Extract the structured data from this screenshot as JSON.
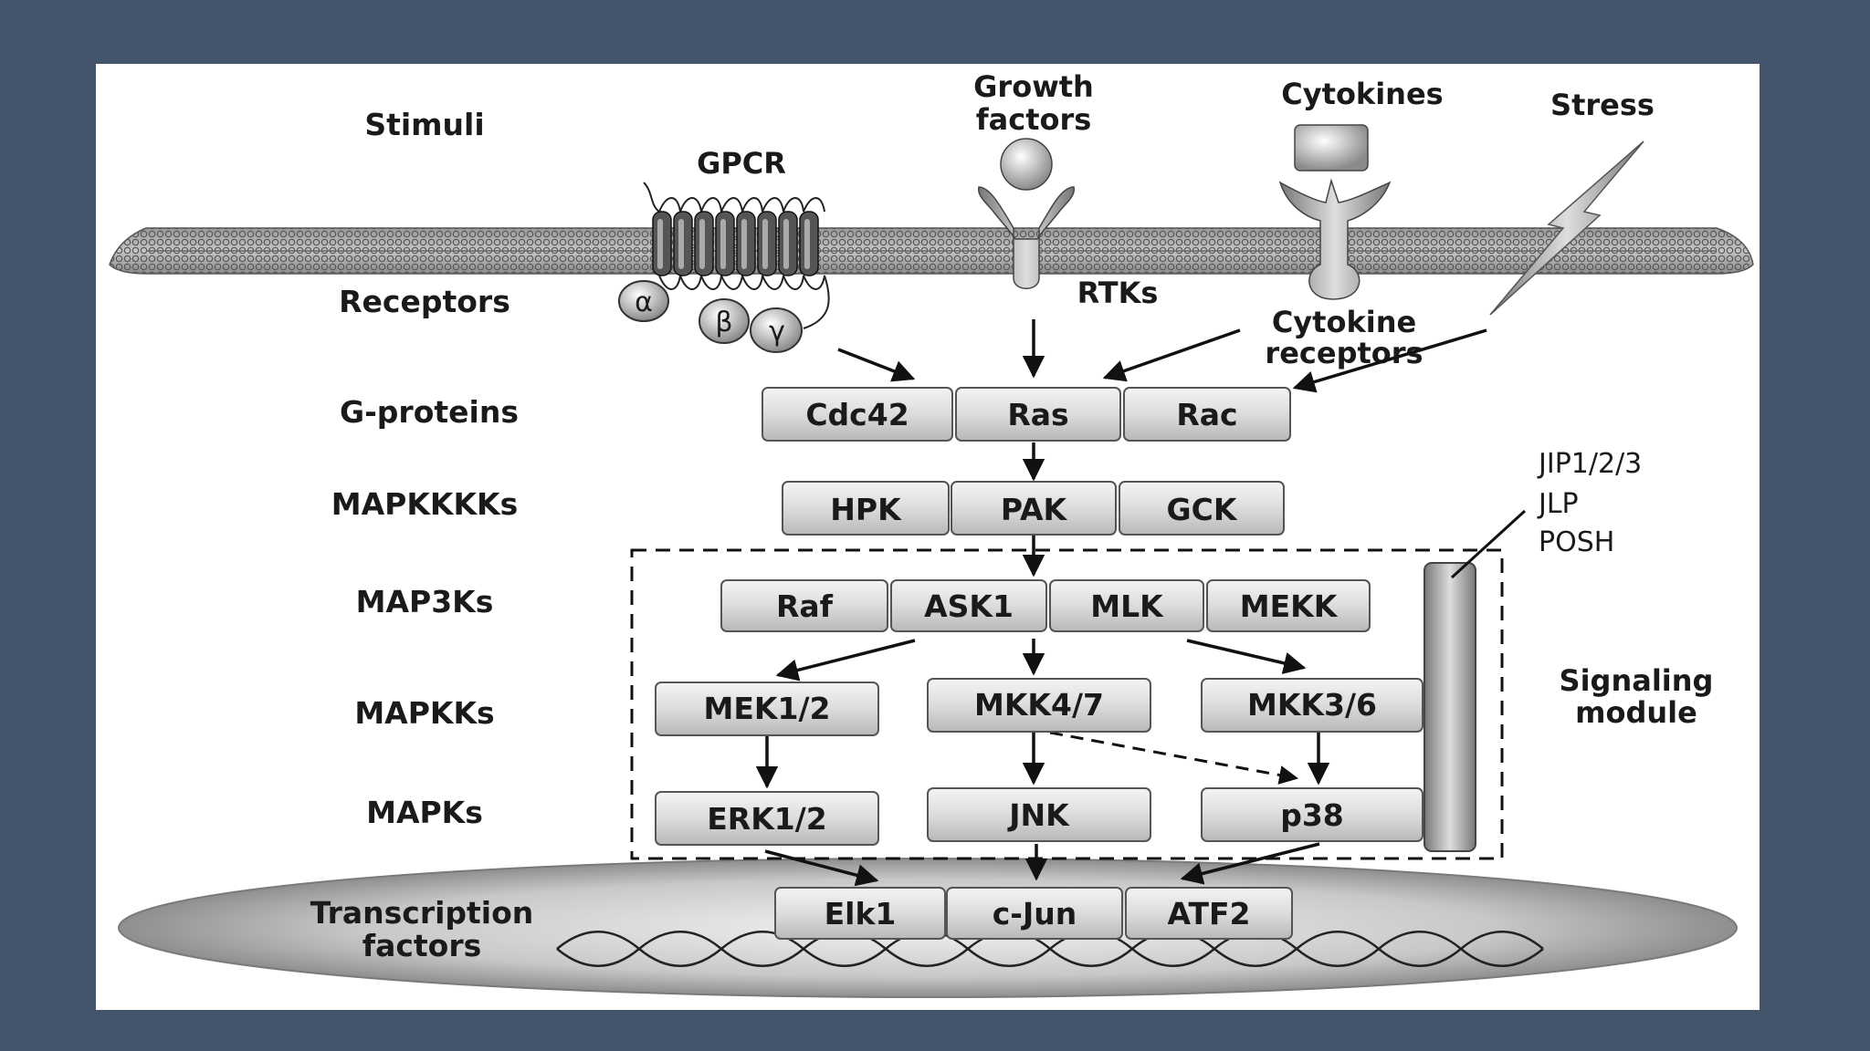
{
  "levels": {
    "stimuli": "Stimuli",
    "receptors": "Receptors",
    "g_proteins": "G-proteins",
    "mapkkkks": "MAPKKKKs",
    "map3ks": "MAP3Ks",
    "mapkks": "MAPKKs",
    "mapks": "MAPKs",
    "tf_line1": "Transcription",
    "tf_line2": "factors"
  },
  "stimuli": {
    "growth_line1": "Growth",
    "growth_line2": "factors",
    "cytokines": "Cytokines",
    "stress": "Stress"
  },
  "receptors": {
    "gpcr": "GPCR",
    "rtks": "RTKs",
    "cytokine_line1": "Cytokine",
    "cytokine_line2": "receptors",
    "alpha": "α",
    "beta": "β",
    "gamma": "γ"
  },
  "g_proteins": [
    "Cdc42",
    "Ras",
    "Rac"
  ],
  "mapkkkks": [
    "HPK",
    "PAK",
    "GCK"
  ],
  "map3ks": [
    "Raf",
    "ASK1",
    "MLK",
    "MEKK"
  ],
  "mapkks": [
    "MEK1/2",
    "MKK4/7",
    "MKK3/6"
  ],
  "mapks": [
    "ERK1/2",
    "JNK",
    "p38"
  ],
  "transcription_factors": [
    "Elk1",
    "c-Jun",
    "ATF2"
  ],
  "scaffold": {
    "items": [
      "JIP1/2/3",
      "JLP",
      "POSH"
    ],
    "module_line1": "Signaling",
    "module_line2": "module"
  }
}
